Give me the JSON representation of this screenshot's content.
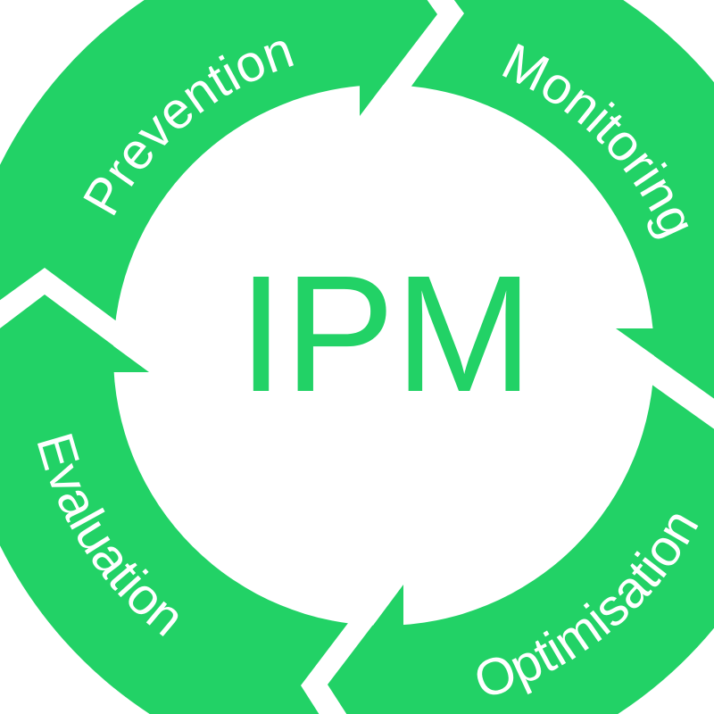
{
  "diagram": {
    "center_label": "IPM",
    "stages": [
      {
        "label": "Prevention"
      },
      {
        "label": "Monitoring"
      },
      {
        "label": "Optimisation"
      },
      {
        "label": "Evaluation"
      }
    ]
  },
  "colors": {
    "ring": "#22d266",
    "background": "#ffffff"
  }
}
